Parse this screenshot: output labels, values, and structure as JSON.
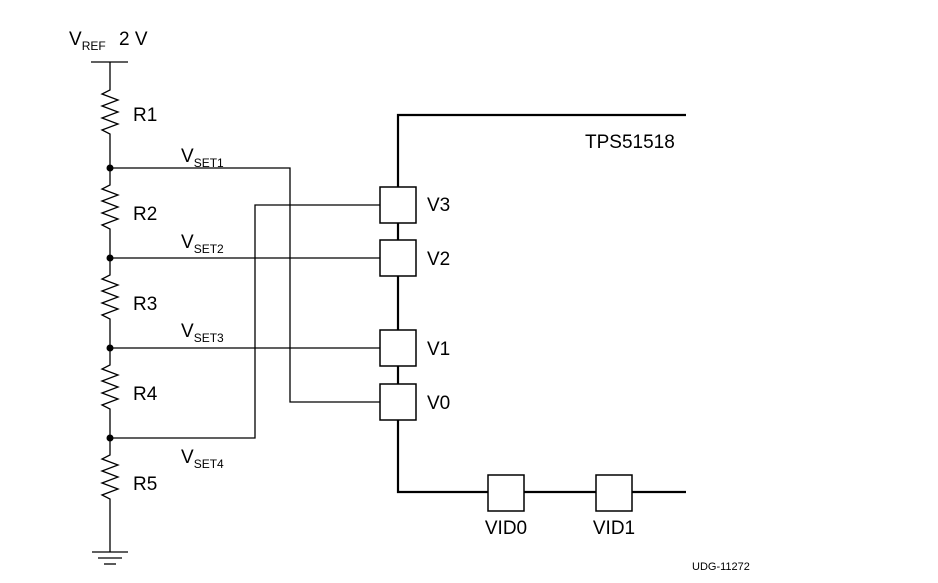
{
  "vref": {
    "main": "V",
    "sub": "REF",
    "value": "2 V"
  },
  "resistors": [
    "R1",
    "R2",
    "R3",
    "R4",
    "R5"
  ],
  "vset": [
    {
      "main": "V",
      "sub": "SET1"
    },
    {
      "main": "V",
      "sub": "SET2"
    },
    {
      "main": "V",
      "sub": "SET3"
    },
    {
      "main": "V",
      "sub": "SET4"
    }
  ],
  "chip": {
    "name": "TPS51518",
    "pins": [
      "V3",
      "V2",
      "V1",
      "V0"
    ],
    "vid_pins": [
      "VID0",
      "VID1"
    ]
  },
  "figure_id": "UDG-11272"
}
